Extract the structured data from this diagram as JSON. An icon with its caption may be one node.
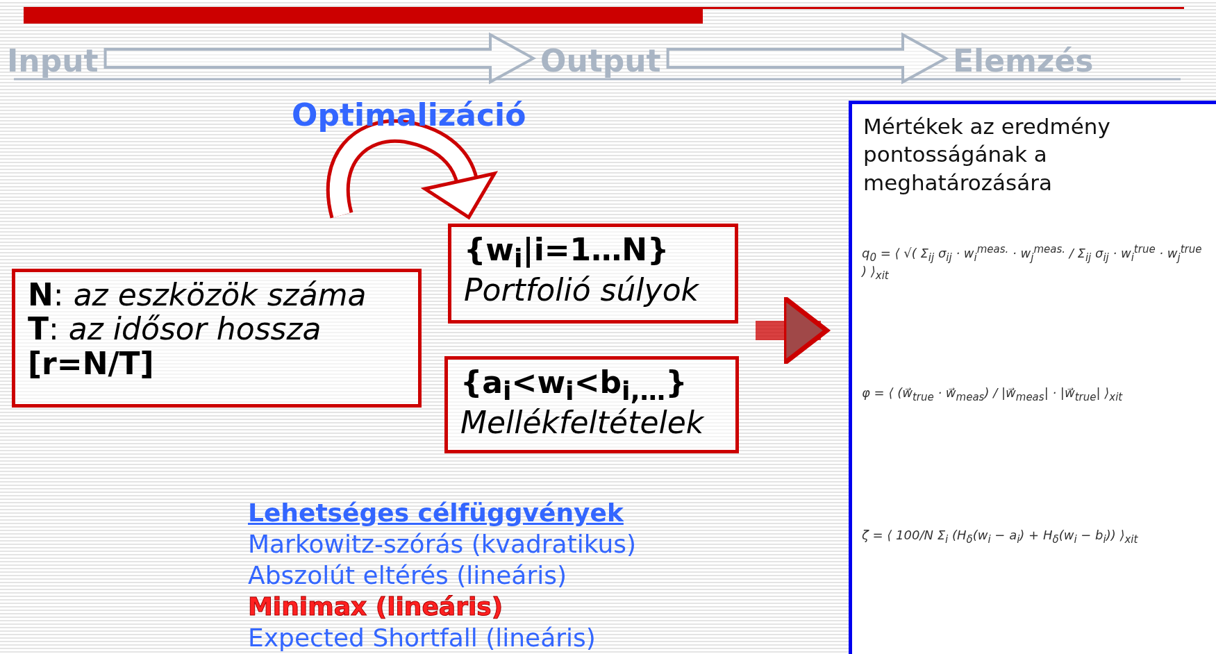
{
  "diagram": {
    "nodes": [
      {
        "text": [
          "Input"
        ]
      },
      {
        "text": [
          "Output"
        ]
      },
      {
        "text": [
          "Elemzés"
        ]
      },
      {
        "text": [
          "**N**: *az eszközök száma*",
          "**T**: *az idősor hossza*",
          "[r=N/T]"
        ]
      },
      {
        "text": [
          "{w$_{i}$|i=1…N}",
          "Portfolió súlyok"
        ]
      },
      {
        "text": [
          "{a$_{i}$<w$_{i}$<b$_{i,…}$}",
          "Mellékfeltételek"
        ]
      },
      {
        "text": [
          "Mértékek az eredmény pontosságának a meghatározására",
          "q$_{0}$ = ⟨ √( Σ$_{ij}$ σ$_{ij}$ · w$_{i}$$^{meas.}$ · w$_{j}$$^{meas.}$ / Σ$_{ij}$ σ$_{ij}$ · w$_{i}$$^{true}$ · w$_{j}$$^{true}$ ) ⟩$_{xit}$",
          "φ = ⟨ (w⃗$_{true}$ · w⃗$_{meas}$) / |w⃗$_{meas}$| · |w⃗$_{true}$| ⟩$_{xit}$",
          "ζ = ⟨ 100/N Σ$_{i}$ (H$_{δ}$(w$_{i}$ − a$_{i}$) + H$_{δ}$(w$_{i}$ − b$_{i}$)) ⟩$_{xit}$"
        ]
      }
    ],
    "edges": [
      {
        "from": 0,
        "to": 1,
        "arrow": "to"
      },
      {
        "from": 1,
        "to": 2,
        "arrow": "to"
      },
      {
        "from": null,
        "to": 6,
        "arrow": "to",
        "color": "#cc0000"
      }
    ],
    "labels": [
      "Optimalizáció",
      "Lehetséges célfüggvények",
      "Markowitz-szórás (kvadratikus)",
      "Abszolút eltérés (lineáris)",
      "Minimax (lineáris)",
      "Expected Shortfall (lineáris)"
    ]
  }
}
